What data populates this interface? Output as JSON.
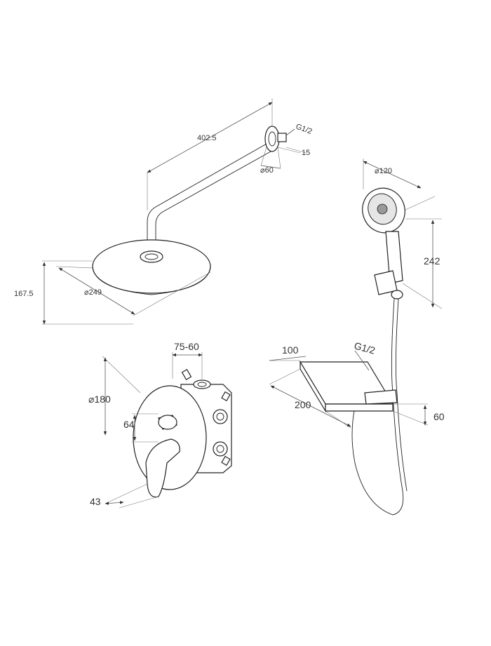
{
  "overhead_shower": {
    "arm_length": "402.5",
    "thread": "G1/2",
    "flange_depth": "15",
    "flange_diameter": "⌀60",
    "head_diameter": "⌀249",
    "height": "167.5"
  },
  "hand_shower": {
    "head_diameter": "⌀120",
    "length": "242"
  },
  "mixer": {
    "depth_range": "75-60",
    "plate_diameter": "⌀180",
    "spacing": "64",
    "spout_offset": "43"
  },
  "shelf": {
    "depth": "100",
    "thread": "G1/2",
    "width": "200",
    "height": "60"
  }
}
